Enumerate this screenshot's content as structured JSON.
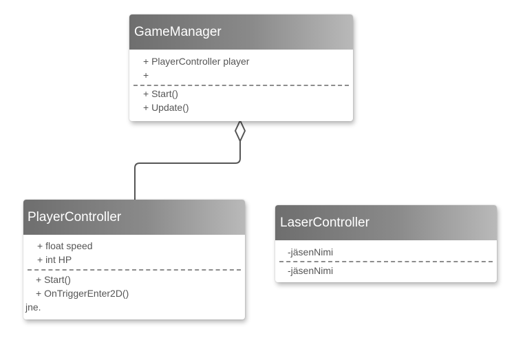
{
  "classes": {
    "game_manager": {
      "name": "GameManager",
      "attributes": [
        "+ PlayerController player",
        "+"
      ],
      "methods": [
        "+ Start()",
        "+ Update()"
      ]
    },
    "player_controller": {
      "name": "PlayerController",
      "attributes": [
        "+ float speed",
        "+ int HP"
      ],
      "methods": [
        "+ Start()",
        "+ OnTriggerEnter2D()",
        "jne."
      ]
    },
    "laser_controller": {
      "name": "LaserController",
      "attributes": [
        "-jäsenNimi"
      ],
      "methods": [
        "-jäsenNimi"
      ]
    }
  },
  "relation": {
    "type": "aggregation",
    "whole": "GameManager",
    "part": "PlayerController"
  },
  "colors": {
    "header_dark": "#6e6e6e",
    "header_light": "#b9b9b9",
    "text": "#555555",
    "connector": "#555555"
  }
}
